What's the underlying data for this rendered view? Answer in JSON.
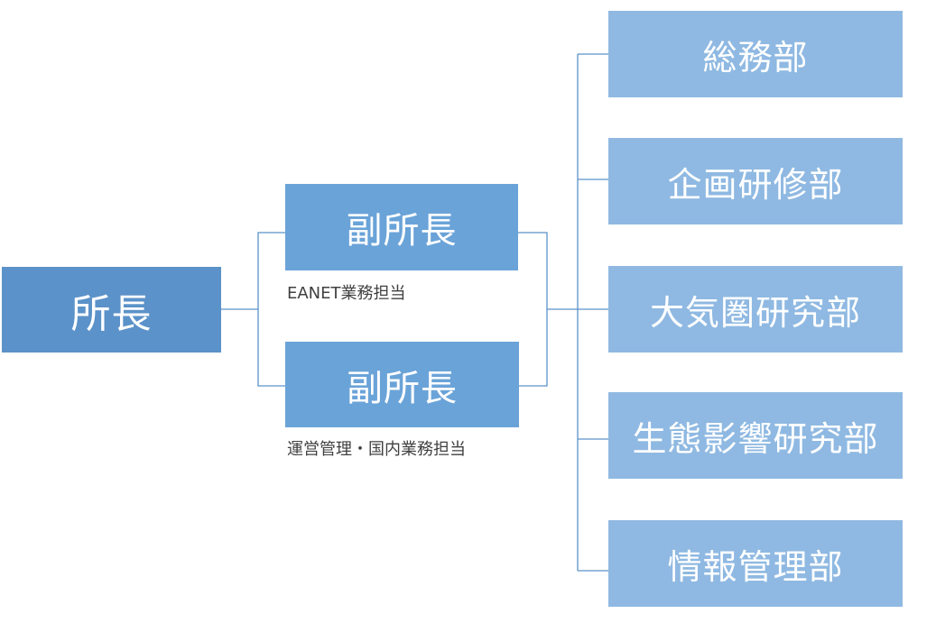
{
  "head": {
    "label": "所長"
  },
  "deputies": [
    {
      "label": "副所長",
      "note": "EANET業務担当"
    },
    {
      "label": "副所長",
      "note": "運営管理・国内業務担当"
    }
  ],
  "departments": [
    {
      "label": "総務部"
    },
    {
      "label": "企画研修部"
    },
    {
      "label": "大気圏研究部"
    },
    {
      "label": "生態影響研究部"
    },
    {
      "label": "情報管理部"
    }
  ],
  "colors": {
    "head_box": "#5b92c9",
    "deputy_box": "#6aa3d8",
    "department_box": "#8fb9e2",
    "connector": "#5b92c9"
  }
}
